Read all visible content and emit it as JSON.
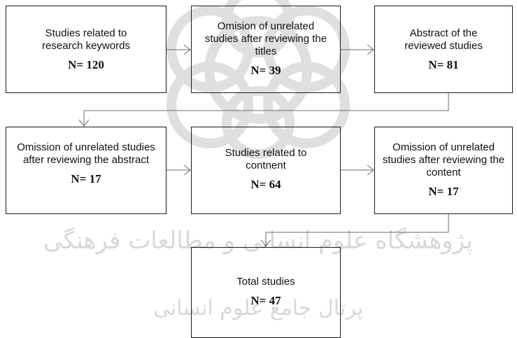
{
  "boxes": {
    "b1": {
      "label": "Studies related to research keywords",
      "count": "N= 120"
    },
    "b2": {
      "label": "Omision of unrelated studies after reviewing the titles",
      "count": "N= 39"
    },
    "b3": {
      "label": "Abstract of the reviewed studies",
      "count": "N= 81"
    },
    "b4": {
      "label": "Omission of unrelated studies after reviewing the abstract",
      "count": "N= 17"
    },
    "b5": {
      "label": "Studies related to contnent",
      "count": "N= 64"
    },
    "b6": {
      "label": "Omission of unrelated studies after reviewing the content",
      "count": "N= 17"
    },
    "b7": {
      "label": "Total studies",
      "count": "N= 47"
    }
  },
  "watermark": {
    "line1": "پژوهشگاه علوم انسانی و مطالعات فرهنگی",
    "line2": "پرتال جامع علوم انسانی"
  },
  "colors": {
    "border": "#1a1a1a",
    "arrow": "#6b6b6b",
    "watermark": "#d8d8d8"
  }
}
